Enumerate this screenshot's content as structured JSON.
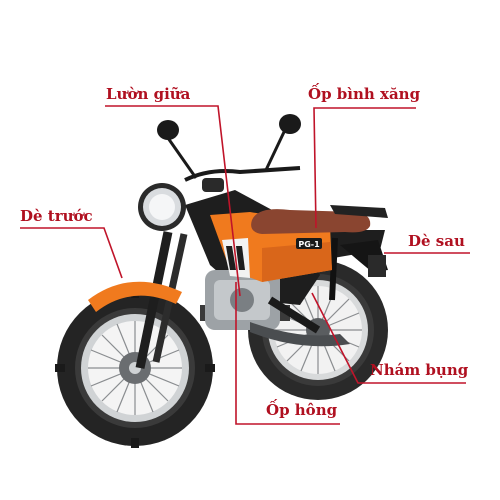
{
  "labels": {
    "luon_giua": "Lườn giữa",
    "op_binh_xang": "Ốp bình xăng",
    "de_truoc": "Dè trước",
    "de_sau": "Dè sau",
    "nham_bung": "Nhám bụng",
    "op_hong": "Ốp hông"
  },
  "colors": {
    "label": "#b01020",
    "leader_line": "#c0142a",
    "body_orange": "#f07a1e",
    "seat_brown": "#8a4530",
    "frame_dark": "#1e1e1e",
    "tire": "#2a2a2a",
    "chrome": "#bfc3c6"
  },
  "badge": {
    "model": "PG-1"
  }
}
